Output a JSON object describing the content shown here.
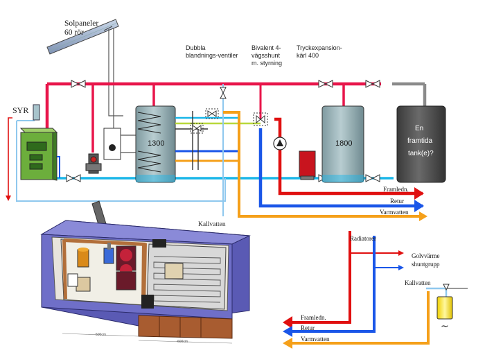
{
  "labels": {
    "solar_line1": "Solpaneler",
    "solar_line2": "60 rör",
    "syr": "SYR",
    "mixing_line1": "Dubbla",
    "mixing_line2": "blandnings-ventiler",
    "bivalent_line1": "Bivalent 4-",
    "bivalent_line2": "vägsshunt",
    "bivalent_line3": "m. styrning",
    "expansion_line1": "Tryckexpansion-",
    "expansion_line2": "kärl 400",
    "tank_1300": "1300",
    "tank_1800": "1800",
    "future_line1": "En",
    "future_line2": "framtida",
    "future_line3": "tank(e)?",
    "kallvatten_main": "Kallvatten",
    "framledn_main": "Framledn.",
    "retur_main": "Retur",
    "varmvatten_main": "Varmvatten",
    "radiatorer": "Radiatorer",
    "golvvarme_line1": "Golvvärme",
    "golvvarme_line2": "shuntgrupp",
    "kallvatten_right": "Kallvatten",
    "framledn_right": "Framledn.",
    "retur_right": "Retur",
    "varmvatten_right": "Varmvatten",
    "dim_left": "500cm",
    "dim_right": "600cm"
  },
  "colors": {
    "supply": "#e8154a",
    "supply_arrow": "#e01010",
    "return": "#1a56e8",
    "hot_water": "#f5a01a",
    "cold_water": "#8fc8ee",
    "tank": "#8fa9ae",
    "future_tank": "#4a4a4a",
    "boiler": "#6cae3c",
    "expansion": "#c8141e",
    "floor": "#b26f3a",
    "wall": "#6f6fc8"
  }
}
